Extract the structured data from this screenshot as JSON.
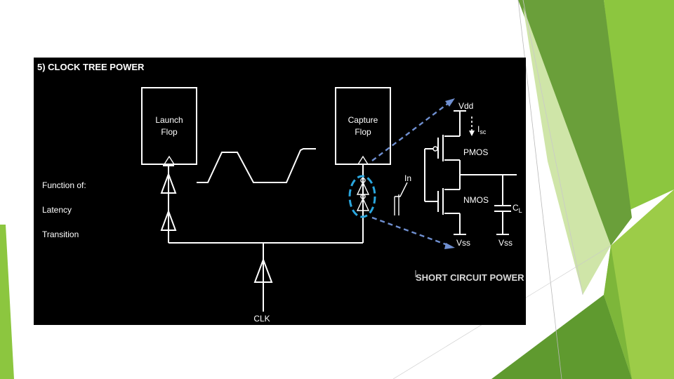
{
  "slide": {
    "colors": {
      "green_dark": "#5f9a2f",
      "green_mid": "#7db63a",
      "green_bright": "#9ccc48",
      "green_pale": "#d7e9b4",
      "image_bg": "#000000",
      "highlight": "#2aa7df",
      "dashed_arrow": "#6f8fd0"
    }
  },
  "diagram": {
    "title": "5) CLOCK TREE POWER",
    "launch_flop": {
      "line1": "Launch",
      "line2": "Flop"
    },
    "capture_flop": {
      "line1": "Capture",
      "line2": "Flop"
    },
    "function_of": "Function of:",
    "latency": "Latency",
    "transition": "Transition",
    "clk": "CLK",
    "vdd": "Vdd",
    "isc_main": "I",
    "isc_sub": "sc",
    "pmos": "PMOS",
    "nmos": "NMOS",
    "in_label": "In",
    "cl_main": "C",
    "cl_sub": "L",
    "vss_left": "Vss",
    "vss_right": "Vss",
    "short_circuit_power": "SHORT CIRCUIT POWER"
  }
}
